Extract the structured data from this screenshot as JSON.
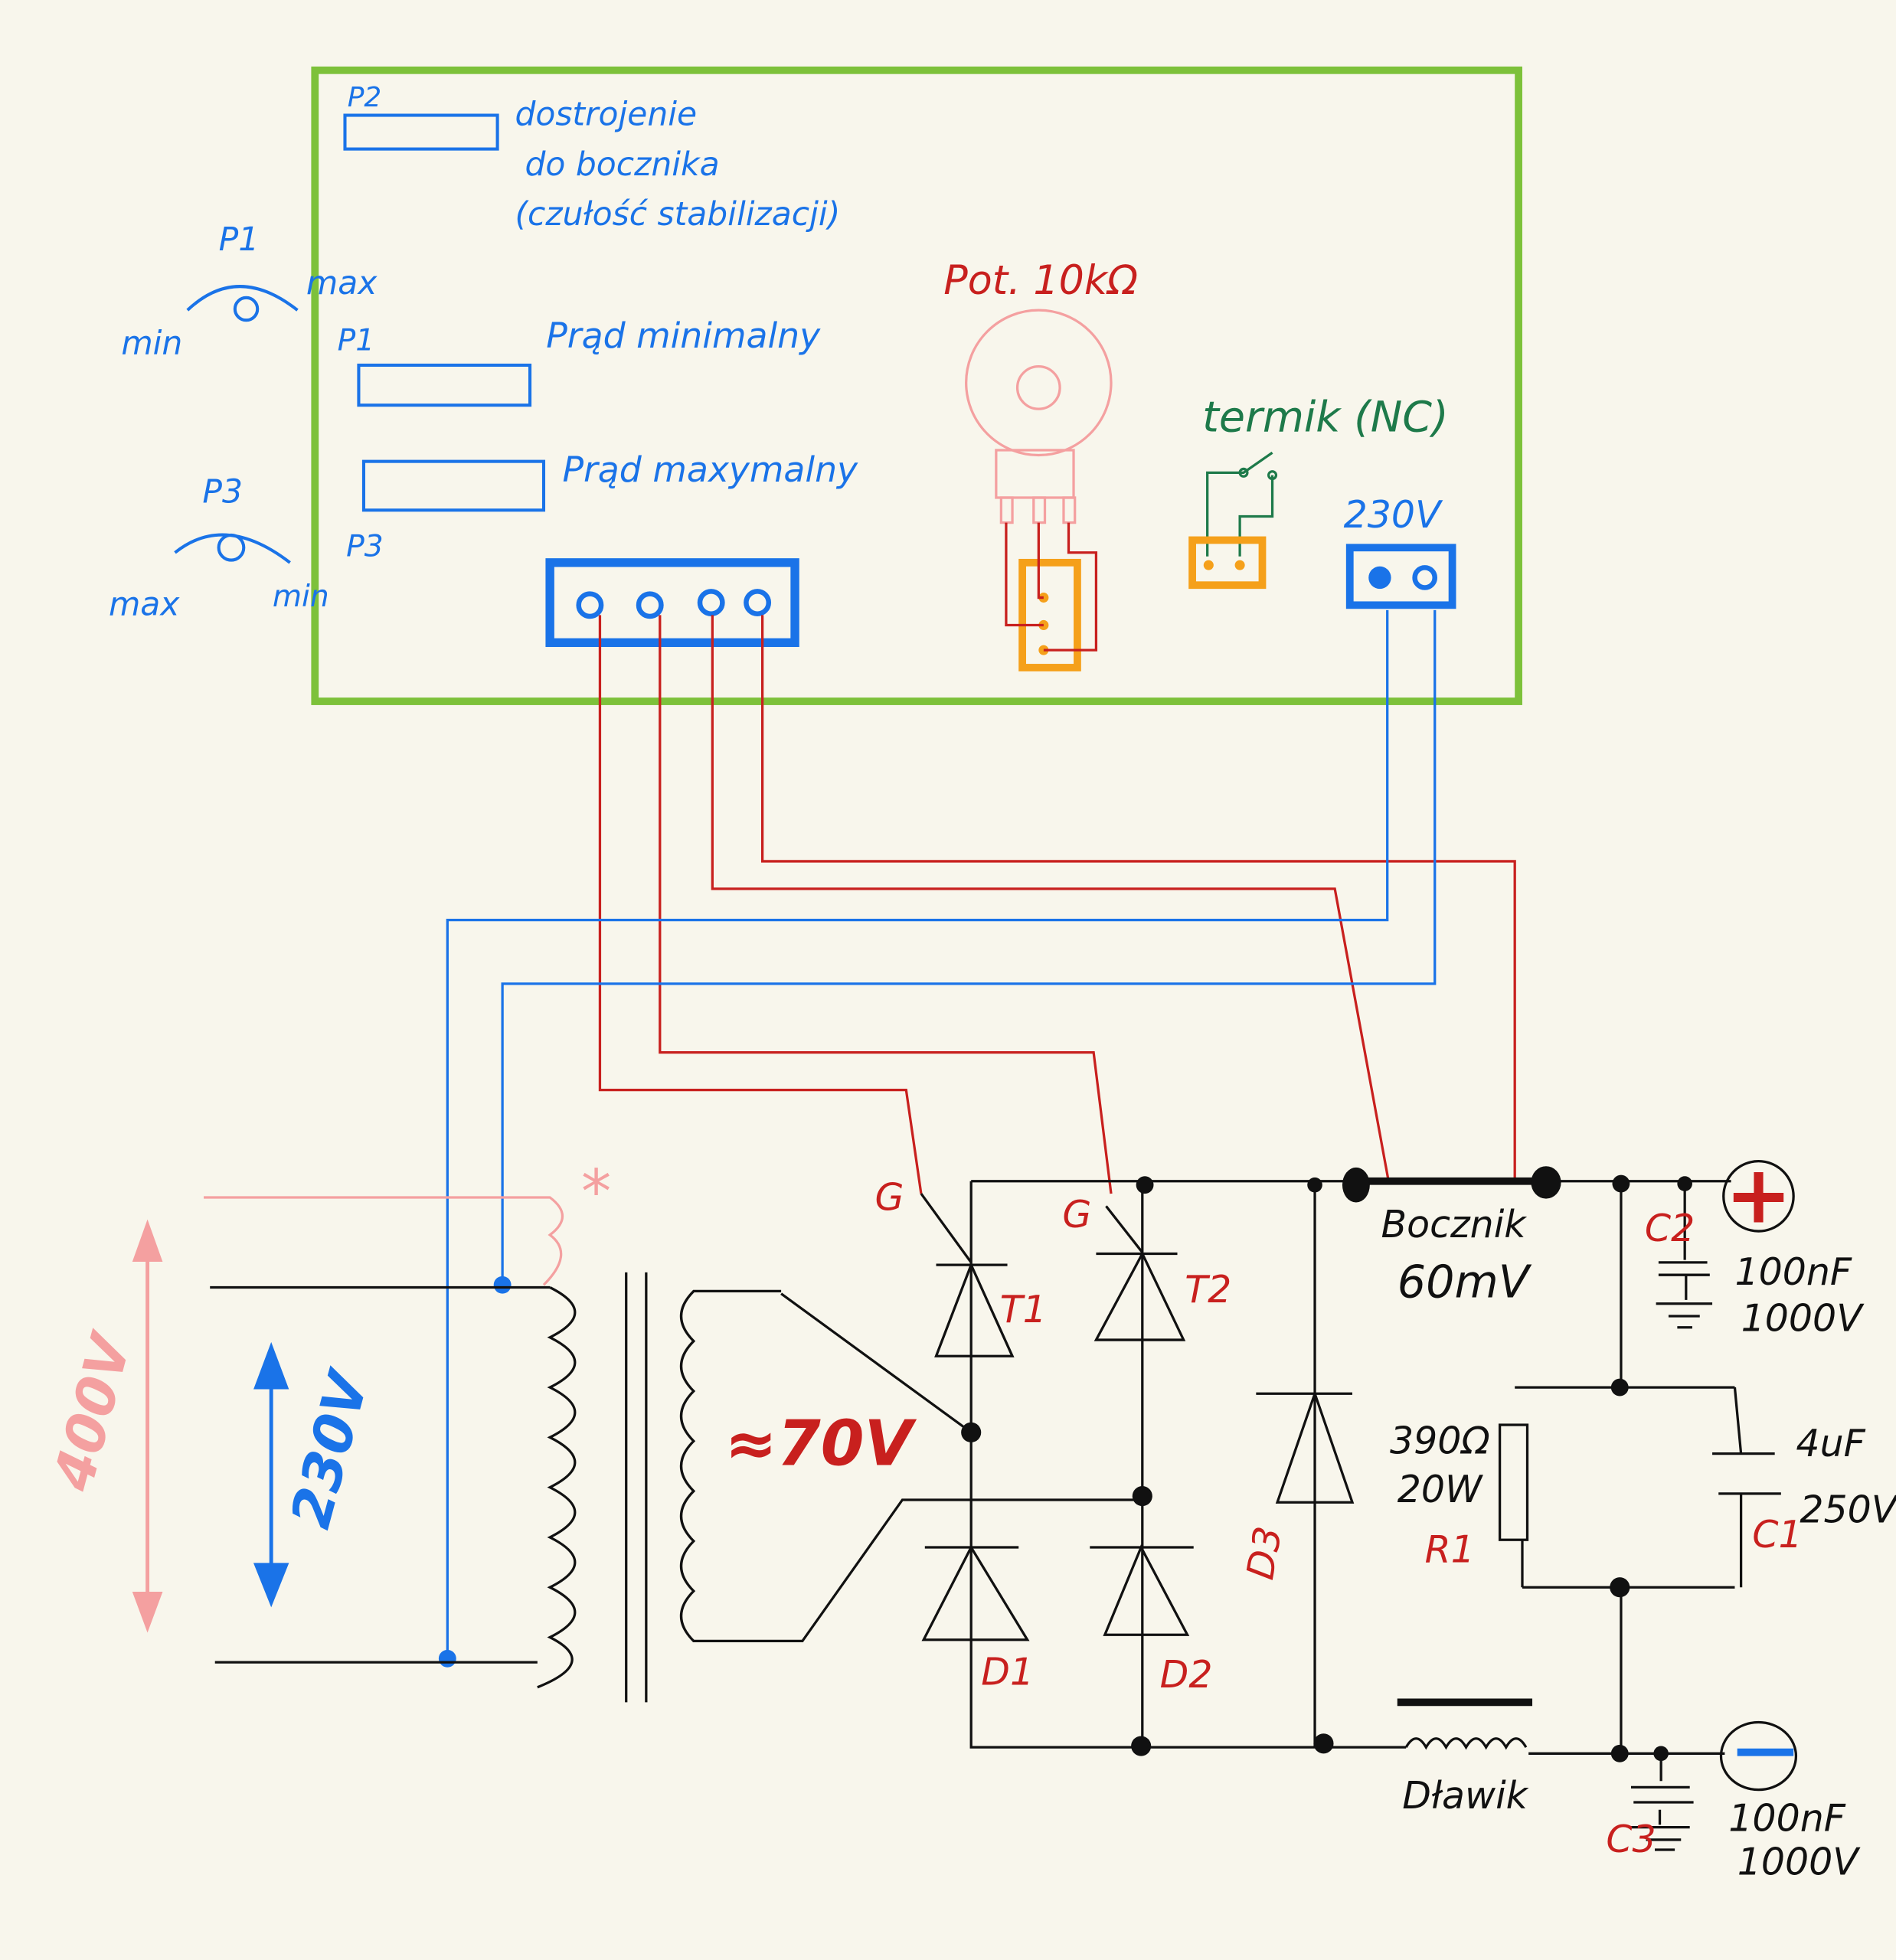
{
  "colors": {
    "background": "#f8f6ec",
    "module_border": "#7dc13a",
    "blue": "#1a73e8",
    "red": "#c8201e",
    "orange": "#f5a01a",
    "pink": "#f4a0a0",
    "dark_green": "#1e7a4a",
    "black": "#111111"
  },
  "module": {
    "p2": {
      "label": "P2",
      "description": [
        "dostrojenie",
        "do bocznika",
        "(czułość stabilizacji)"
      ]
    },
    "p1": {
      "label": "P1",
      "description": "Prąd minimalny",
      "knob_label": "P1",
      "knob_min": "min",
      "knob_max": "max"
    },
    "p3": {
      "label": "P3",
      "description": "Prąd maxymalny",
      "knob_label": "P3",
      "knob_min": "min",
      "knob_max": "max"
    },
    "potentiometer": {
      "label": "Pot. 10kΩ"
    },
    "thermal": {
      "label": "termik (NC)"
    },
    "supply": {
      "label": "230V"
    }
  },
  "circuit": {
    "primary_star": "*",
    "primary_full": "400V",
    "primary_tap": "230V",
    "secondary": "≈70V",
    "t1": {
      "gate": "G",
      "label": "T1"
    },
    "t2": {
      "gate": "G",
      "label": "T2"
    },
    "d1": "D1",
    "d2": "D2",
    "d3": "D3",
    "shunt": [
      "Bocznik",
      "60mV"
    ],
    "r1": {
      "label": "R1",
      "value": [
        "390Ω",
        "20W"
      ]
    },
    "c1": {
      "label": "C1",
      "value": [
        "4uF",
        "250V"
      ]
    },
    "c2": {
      "label": "C2",
      "value": [
        "100nF",
        "1000V"
      ]
    },
    "c3": {
      "label": "C3",
      "value": [
        "100nF",
        "1000V"
      ]
    },
    "choke": "Dławik",
    "plus": "+",
    "minus": "−"
  }
}
